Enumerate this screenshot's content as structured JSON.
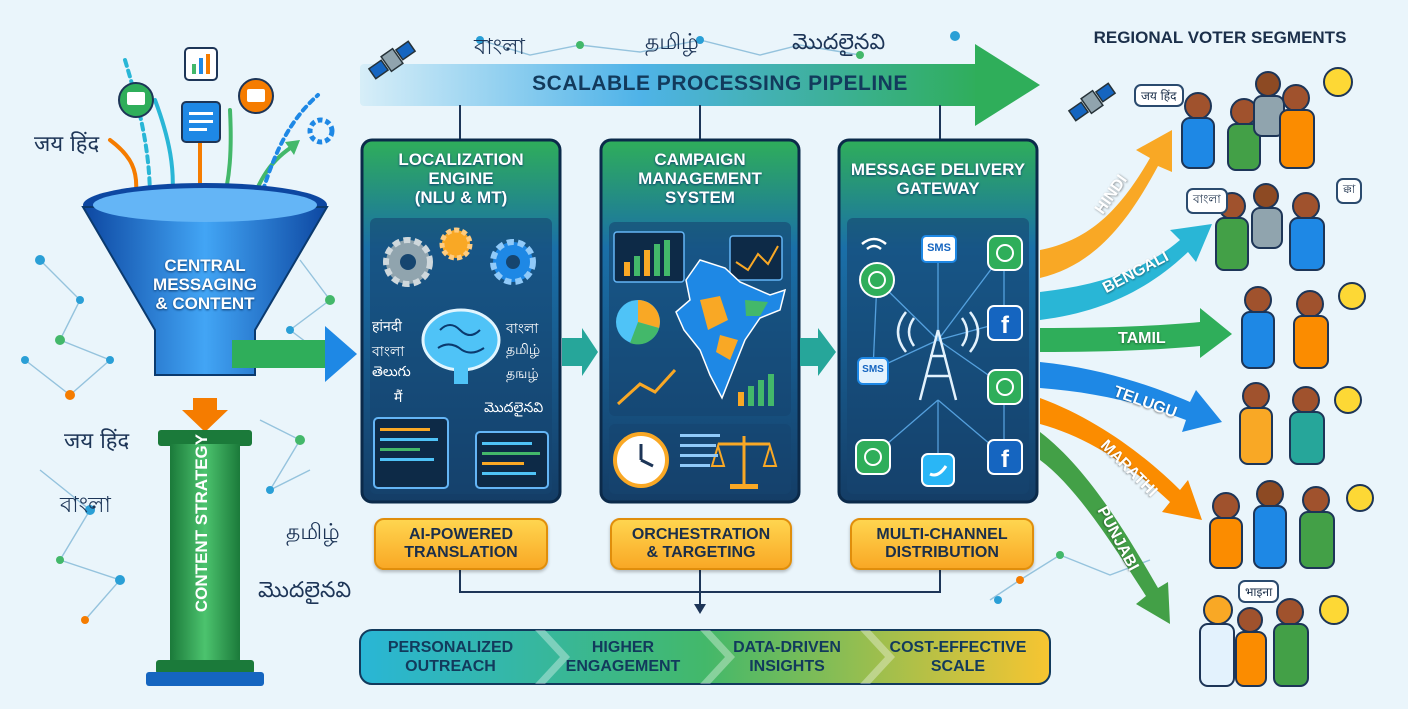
{
  "pipeline": {
    "label": "SCALABLE PROCESSING PIPELINE"
  },
  "segments_title": "REGIONAL VOTER SEGMENTS",
  "funnel": {
    "label": "CENTRAL\nMESSAGING\n& CONTENT"
  },
  "pillar": {
    "label": "CONTENT STRATEGY"
  },
  "floating_scripts": {
    "top_bangla": "বাংলা",
    "top_tamil": "தமிழ்",
    "top_telugu": "మొదలైనవి",
    "left_hindi_top": "जय हिंद",
    "left_hindi_mid": "जय हिंद",
    "left_bangla": "বাংলা",
    "left_tamil": "தமிழ்",
    "left_telugu": "మొదలైనవి"
  },
  "panels": [
    {
      "title": "LOCALIZATION\nENGINE\n(NLU & MT)",
      "badge": "AI-POWERED\nTRANSLATION",
      "scripts": [
        "हांनदी",
        "বাংলা",
        "తెలుగు",
        "मैं",
        "বাংলা",
        "தமிழ்",
        "தஙழ்",
        "మొదలైనవి"
      ]
    },
    {
      "title": "CAMPAIGN\nMANAGEMENT\nSYSTEM",
      "badge": "ORCHESTRATION\n& TARGETING"
    },
    {
      "title": "MESSAGE DELIVERY\nGATEWAY",
      "badge": "MULTI-CHANNEL\nDISTRIBUTION",
      "sms_label": "SMS"
    }
  ],
  "benefits": [
    {
      "label": "PERSONALIZED\nOUTREACH",
      "color": "#29b6d6"
    },
    {
      "label": "HIGHER\nENGAGEMENT",
      "color": "#2a9fd6"
    },
    {
      "label": "DATA-DRIVEN\nINSIGHTS",
      "color": "#43b86a"
    },
    {
      "label": "COST-EFFECTIVE\nSCALE",
      "color": "#f7c531"
    }
  ],
  "languages": [
    {
      "label": "HINDI",
      "color": "#f9a825"
    },
    {
      "label": "BENGALI",
      "color": "#29b6d6"
    },
    {
      "label": "TAMIL",
      "color": "#2fae5a"
    },
    {
      "label": "TELUGU",
      "color": "#1e88e5"
    },
    {
      "label": "MARATHI",
      "color": "#fb8c00"
    },
    {
      "label": "PUNJABI",
      "color": "#43a047"
    }
  ],
  "bubbles": [
    "जय हिंद",
    "বাংলা",
    "ক্কা",
    "भाइना"
  ],
  "colors": {
    "accent_blue": "#1565c0",
    "panel_navy": "#123a5c",
    "badge_yellow": "#f9a825",
    "pipeline_green": "#2fae5a"
  }
}
